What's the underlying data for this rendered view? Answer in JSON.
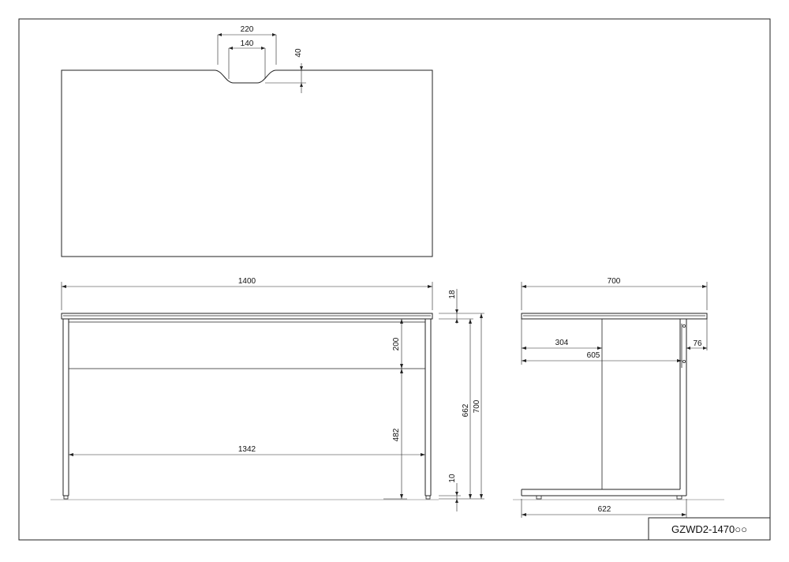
{
  "top_view": {
    "notch_outer_width": "220",
    "notch_inner_width": "140",
    "notch_depth": "40"
  },
  "front_view": {
    "overall_width": "1400",
    "top_thickness": "18",
    "apron_height": "200",
    "leg_clear_height": "482",
    "inner_width": "1342",
    "height_to_top": "662",
    "overall_height": "700",
    "foot_height": "10"
  },
  "side_view": {
    "overall_depth": "700",
    "panel_offset": "304",
    "frame_offset": "605",
    "rear_setback": "76",
    "base_depth": "622"
  },
  "title_block": {
    "model": "GZWD2-1470○○"
  }
}
